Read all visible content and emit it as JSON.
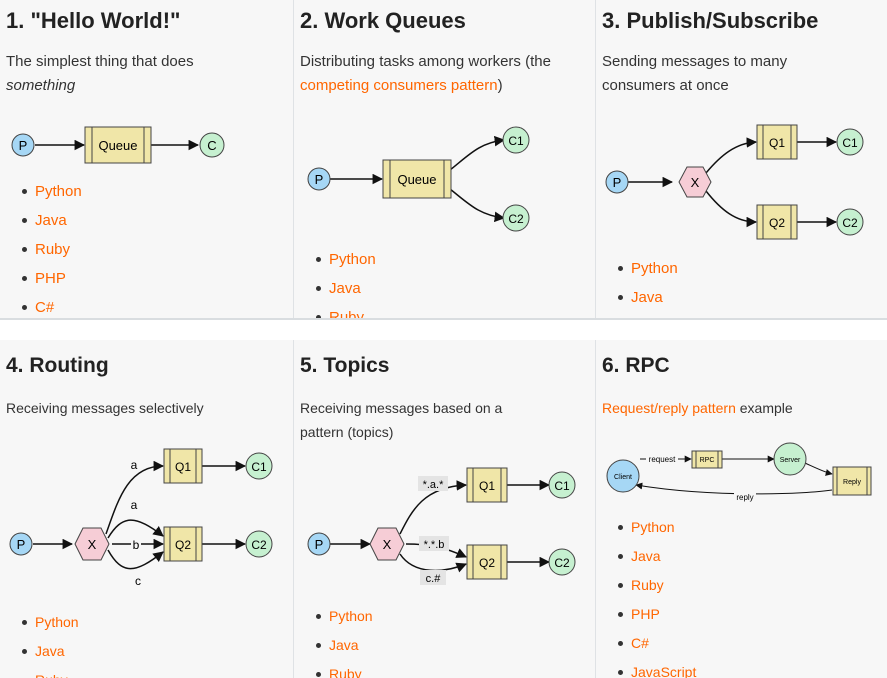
{
  "colors": {
    "link": "#ff6600",
    "producer": "#a6d7f5",
    "queue": "#f0e6a8",
    "consumer": "#c6f0d0",
    "exchange": "#f6cdd6"
  },
  "tutorials": [
    {
      "title": "1. \"Hello World!\"",
      "desc_plain": "The simplest thing that does",
      "desc_em": "something",
      "diagram": {
        "producer": "P",
        "queue": "Queue",
        "consumer": "C"
      },
      "languages": [
        "Python",
        "Java",
        "Ruby",
        "PHP",
        "C#"
      ]
    },
    {
      "title": "2. Work Queues",
      "desc_plain": "Distributing tasks among workers (the",
      "desc_link": "competing consumers pattern",
      "desc_end": ")",
      "diagram": {
        "producer": "P",
        "queue": "Queue",
        "consumer1": "C1",
        "consumer2": "C2"
      },
      "languages": [
        "Python",
        "Java",
        "Ruby"
      ]
    },
    {
      "title": "3. Publish/Subscribe",
      "desc_plain": "Sending messages to many consumers at once",
      "diagram": {
        "producer": "P",
        "exchange": "X",
        "queue1": "Q1",
        "queue2": "Q2",
        "consumer1": "C1",
        "consumer2": "C2"
      },
      "languages": [
        "Python",
        "Java"
      ]
    },
    {
      "title": "4. Routing",
      "desc_plain": "Receiving messages selectively",
      "diagram": {
        "producer": "P",
        "exchange": "X",
        "queue1": "Q1",
        "queue2": "Q2",
        "consumer1": "C1",
        "consumer2": "C2",
        "key_a1": "a",
        "key_a2": "a",
        "key_b": "b",
        "key_c": "c"
      },
      "languages": [
        "Python",
        "Java",
        "Ruby"
      ]
    },
    {
      "title": "5. Topics",
      "desc_plain": "Receiving messages based on a pattern (topics)",
      "diagram": {
        "producer": "P",
        "exchange": "X",
        "queue1": "Q1",
        "queue2": "Q2",
        "consumer1": "C1",
        "consumer2": "C2",
        "key1": "*.a.*",
        "key2": "*.*.b",
        "key3": "c.#"
      },
      "languages": [
        "Python",
        "Java",
        "Ruby"
      ]
    },
    {
      "title": "6. RPC",
      "desc_link": "Request/reply pattern",
      "desc_plain": " example",
      "diagram": {
        "client": "Client",
        "request": "request",
        "rpc": "RPC",
        "server": "Server",
        "reply_queue": "Reply",
        "reply": "reply"
      },
      "languages": [
        "Python",
        "Java",
        "Ruby",
        "PHP",
        "C#",
        "JavaScript"
      ]
    }
  ]
}
